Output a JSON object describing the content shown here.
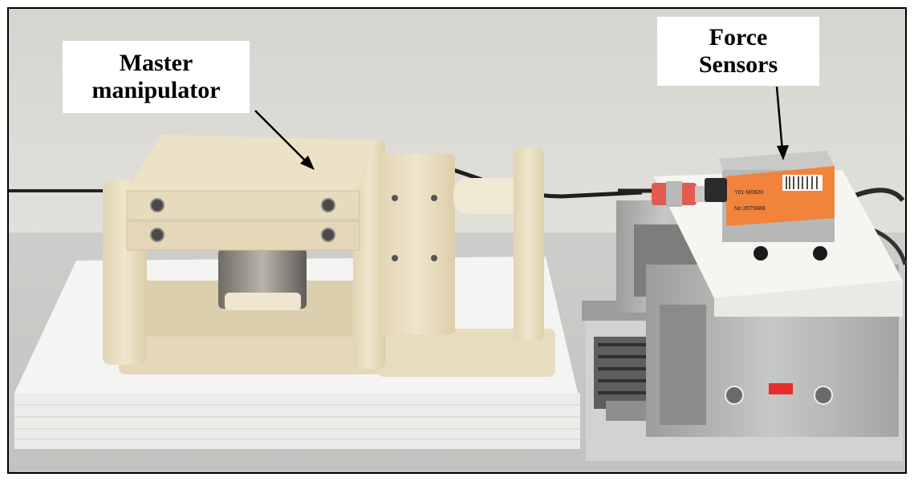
{
  "labels": {
    "master": {
      "line1": "Master",
      "line2": "manipulator"
    },
    "force": {
      "line1": "Force",
      "line2": "Sensors"
    }
  },
  "sensor_sticker": {
    "code1": "Y01-M0820",
    "code2": "No.35T5888"
  },
  "colors": {
    "wall": "#dad8d2",
    "table": "#cfd0cb",
    "plastic": "#e8dcbc",
    "metal": "#b4b6b2",
    "sticker": "#f2833a",
    "coupling": "#e25a52",
    "red_marker": "#e82c2c"
  }
}
